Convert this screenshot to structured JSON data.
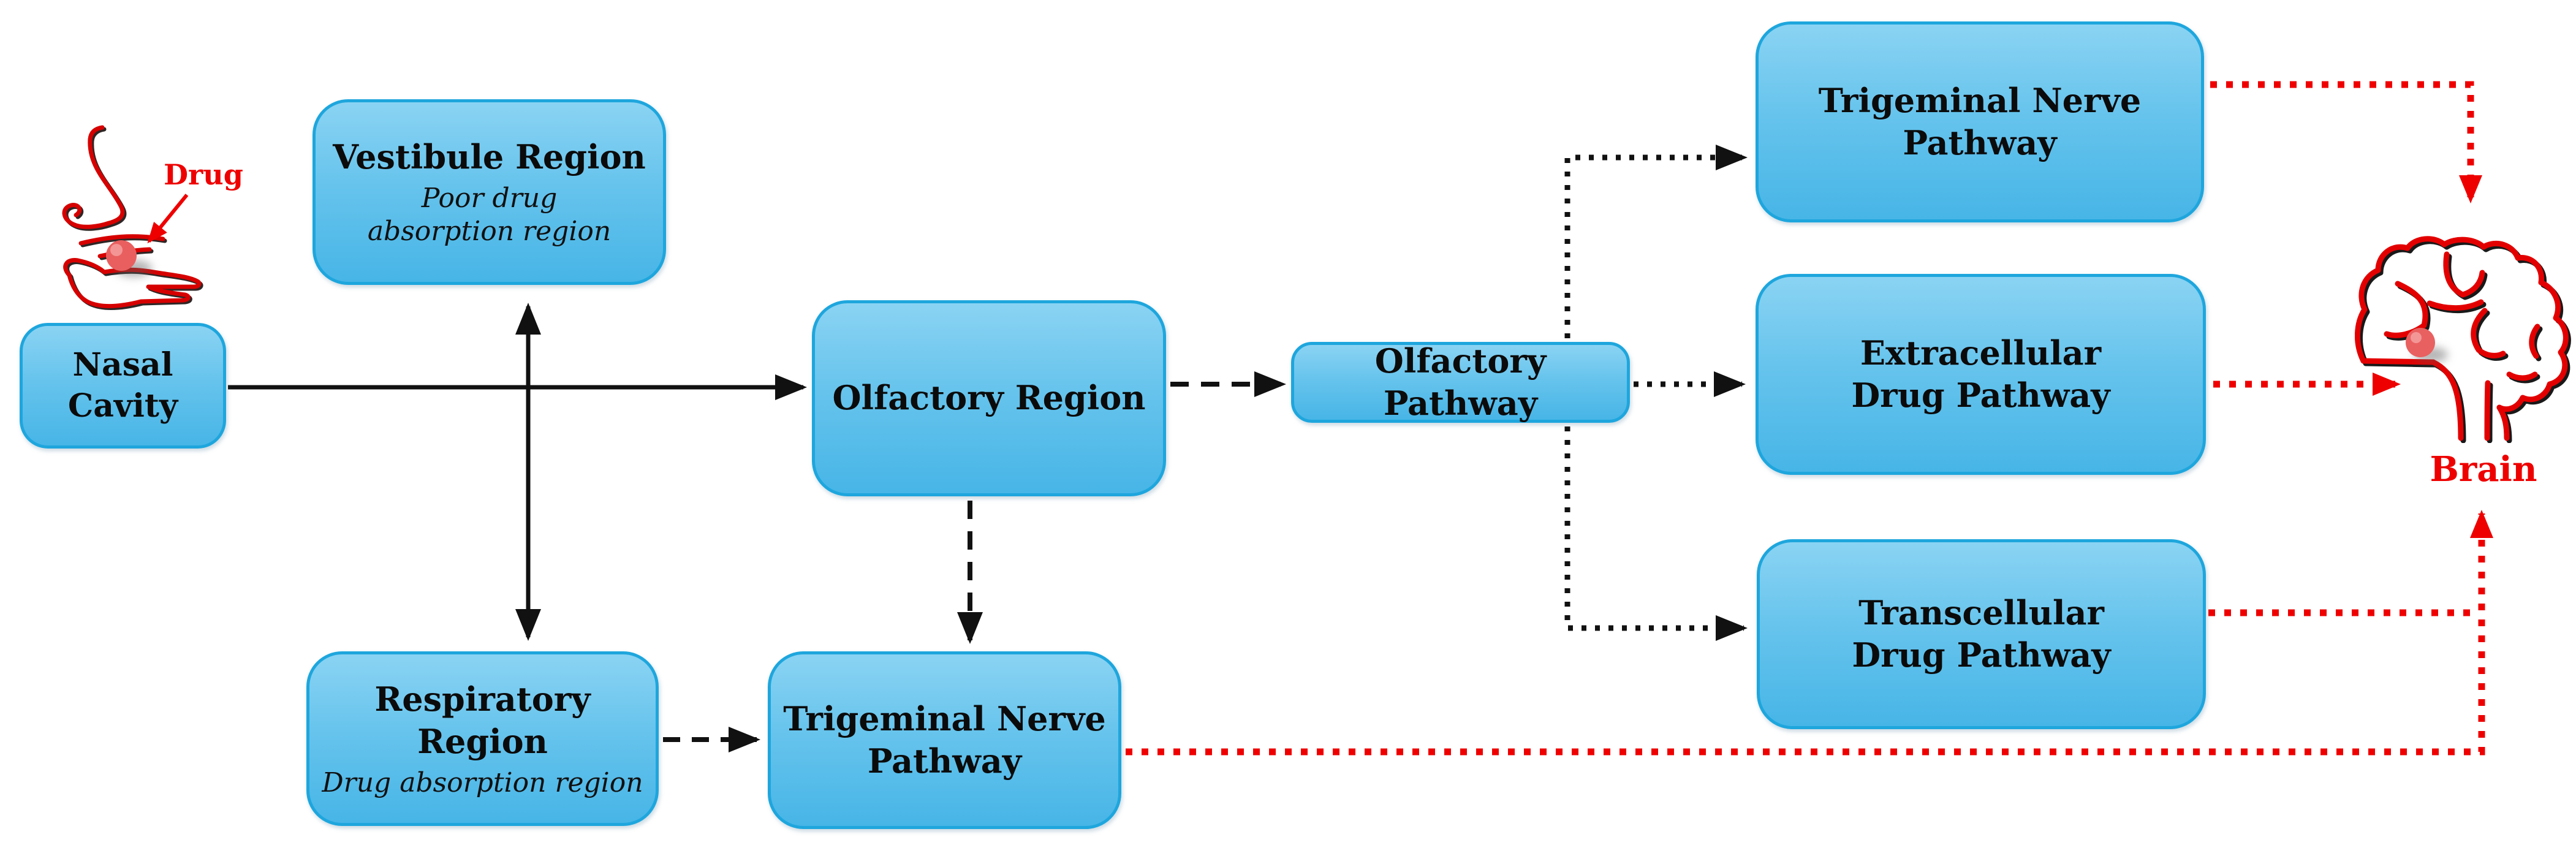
{
  "diagram": {
    "description": "Intranasal drug delivery pathways from the nasal cavity to the brain",
    "background": "#ffffff"
  },
  "nodes": {
    "nasal_cavity": {
      "title": "Nasal Cavity"
    },
    "vestibule": {
      "title": "Vestibule Region",
      "subtitle": "Poor drug absorption region"
    },
    "respiratory": {
      "title": "Respiratory Region",
      "subtitle": "Drug absorption region"
    },
    "olfactory_region": {
      "title": "Olfactory Region"
    },
    "olfactory_pathway": {
      "title": "Olfactory Pathway"
    },
    "trigeminal_nerve_pathway_upper": {
      "title": "Trigeminal Nerve Pathway"
    },
    "extracellular_drug_pathway": {
      "title": "Extracellular Drug Pathway"
    },
    "transcellular_drug_pathway": {
      "title": "Transcellular Drug Pathway"
    },
    "trigeminal_nerve_pathway_lower": {
      "title": "Trigeminal Nerve Pathway"
    }
  },
  "annotations": {
    "drug_label": "Drug",
    "brain_label": "Brain"
  },
  "icons": {
    "nose_with_hand_and_drug": "red line-art nose above an open hand holding a drug ball",
    "brain": "red line-art brain with drug ball inside"
  },
  "edges": [
    {
      "from": "nasal_cavity",
      "to": "olfactory_region",
      "style": "solid-black-arrow"
    },
    {
      "from": "vestibule",
      "to": "respiratory",
      "style": "solid-black-double-arrow"
    },
    {
      "from": "olfactory_region",
      "to": "olfactory_pathway",
      "style": "dashed-black-arrow"
    },
    {
      "from": "olfactory_region",
      "to": "trigeminal_nerve_pathway_lower",
      "style": "dashed-black-arrow"
    },
    {
      "from": "respiratory",
      "to": "trigeminal_nerve_pathway_lower",
      "style": "dashed-black-arrow"
    },
    {
      "from": "olfactory_pathway",
      "to": "trigeminal_nerve_pathway_upper",
      "style": "dotted-black-arrow"
    },
    {
      "from": "olfactory_pathway",
      "to": "extracellular_drug_pathway",
      "style": "dotted-black-arrow"
    },
    {
      "from": "olfactory_pathway",
      "to": "transcellular_drug_pathway",
      "style": "dotted-black-arrow"
    },
    {
      "from": "trigeminal_nerve_pathway_upper",
      "to": "brain",
      "style": "dotted-red-arrow"
    },
    {
      "from": "extracellular_drug_pathway",
      "to": "brain",
      "style": "dotted-red-arrow"
    },
    {
      "from": "transcellular_drug_pathway",
      "to": "brain",
      "style": "dotted-red-arrow"
    },
    {
      "from": "trigeminal_nerve_pathway_lower",
      "to": "brain",
      "style": "dotted-red-arrow"
    },
    {
      "from": "drug_label",
      "to": "drug_ball_on_hand",
      "style": "solid-red-arrow"
    }
  ],
  "colors": {
    "box_fill_top": "#8ad3f3",
    "box_fill_bottom": "#47b5e7",
    "box_border": "#1ea6dd",
    "box_text": "#0b0b0b",
    "black_lines": "#111111",
    "red_lines": "#ee0000"
  }
}
